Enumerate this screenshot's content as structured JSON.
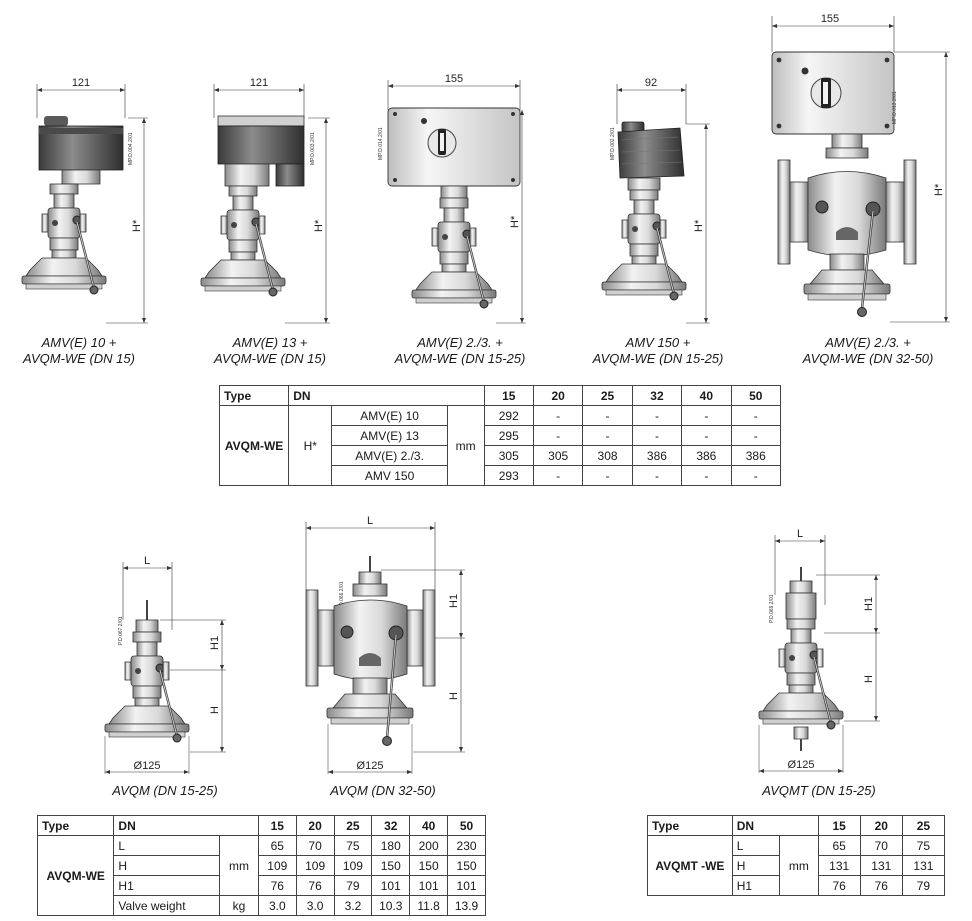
{
  "top_figures": [
    {
      "width_label": "121",
      "height_label": "H*",
      "ref": "MP.D.004.2/01",
      "caption_line1": "AMV(E) 10 +",
      "caption_line2": "AVQM-WE (DN 15)"
    },
    {
      "width_label": "121",
      "height_label": "H*",
      "ref": "MP.D.003.2/01",
      "caption_line1": "AMV(E) 13 +",
      "caption_line2": "AVQM-WE (DN 15)"
    },
    {
      "width_label": "155",
      "height_label": "H*",
      "ref": "MP.D.014.2/01",
      "caption_line1": "AMV(E) 2./3. +",
      "caption_line2": "AVQM-WE (DN 15-25)"
    },
    {
      "width_label": "92",
      "height_label": "H*",
      "ref": "MP.D.002.2/01",
      "caption_line1": "AMV 150 +",
      "caption_line2": "AVQM-WE (DN 15-25)"
    },
    {
      "width_label": "155",
      "height_label": "H*",
      "ref": "MP.D.013.2/01",
      "caption_line1": "AMV(E) 2./3. +",
      "caption_line2": "AVQM-WE (DN 32-50)"
    }
  ],
  "table_top": {
    "col_type": "Type",
    "col_dn": "DN",
    "dn_values": [
      "15",
      "20",
      "25",
      "32",
      "40",
      "50"
    ],
    "type_name": "AVQM-WE",
    "param": "H*",
    "unit": "mm",
    "rows": [
      {
        "actuator": "AMV(E) 10",
        "values": [
          "292",
          "-",
          "-",
          "-",
          "-",
          "-"
        ]
      },
      {
        "actuator": "AMV(E) 13",
        "values": [
          "295",
          "-",
          "-",
          "-",
          "-",
          "-"
        ]
      },
      {
        "actuator": "AMV(E) 2./3.",
        "values": [
          "305",
          "305",
          "308",
          "386",
          "386",
          "386"
        ]
      },
      {
        "actuator": "AMV 150",
        "values": [
          "293",
          "-",
          "-",
          "-",
          "-",
          "-"
        ]
      }
    ]
  },
  "bottom_figures": [
    {
      "l_label": "L",
      "h1_label": "H1",
      "h_label": "H",
      "dia_label": "Ø125",
      "ref": "P.D.067.2/01",
      "caption": "AVQM (DN 15-25)"
    },
    {
      "l_label": "L",
      "h1_label": "H1",
      "h_label": "H",
      "dia_label": "Ø125",
      "ref": "P.D.066.2/01",
      "caption": "AVQM (DN 32-50)"
    },
    {
      "l_label": "L",
      "h1_label": "H1",
      "h_label": "H",
      "dia_label": "Ø125",
      "ref": "P.D.069.2/01",
      "caption": "AVQMT (DN 15-25)"
    }
  ],
  "table_avqm": {
    "col_type": "Type",
    "col_dn": "DN",
    "dn_values": [
      "15",
      "20",
      "25",
      "32",
      "40",
      "50"
    ],
    "type_name": "AVQM-WE",
    "rows": [
      {
        "param": "L",
        "unit": "mm",
        "values": [
          "65",
          "70",
          "75",
          "180",
          "200",
          "230"
        ]
      },
      {
        "param": "H",
        "unit": "mm",
        "values": [
          "109",
          "109",
          "109",
          "150",
          "150",
          "150"
        ]
      },
      {
        "param": "H1",
        "unit": "mm",
        "values": [
          "76",
          "76",
          "79",
          "101",
          "101",
          "101"
        ]
      },
      {
        "param": "Valve weight",
        "unit": "kg",
        "values": [
          "3.0",
          "3.0",
          "3.2",
          "10.3",
          "11.8",
          "13.9"
        ]
      }
    ]
  },
  "table_avqmt": {
    "col_type": "Type",
    "col_dn": "DN",
    "dn_values": [
      "15",
      "20",
      "25"
    ],
    "type_name": "AVQMT -WE",
    "unit": "mm",
    "rows": [
      {
        "param": "L",
        "values": [
          "65",
          "70",
          "75"
        ]
      },
      {
        "param": "H",
        "values": [
          "131",
          "131",
          "131"
        ]
      },
      {
        "param": "H1",
        "values": [
          "76",
          "76",
          "79"
        ]
      }
    ]
  }
}
